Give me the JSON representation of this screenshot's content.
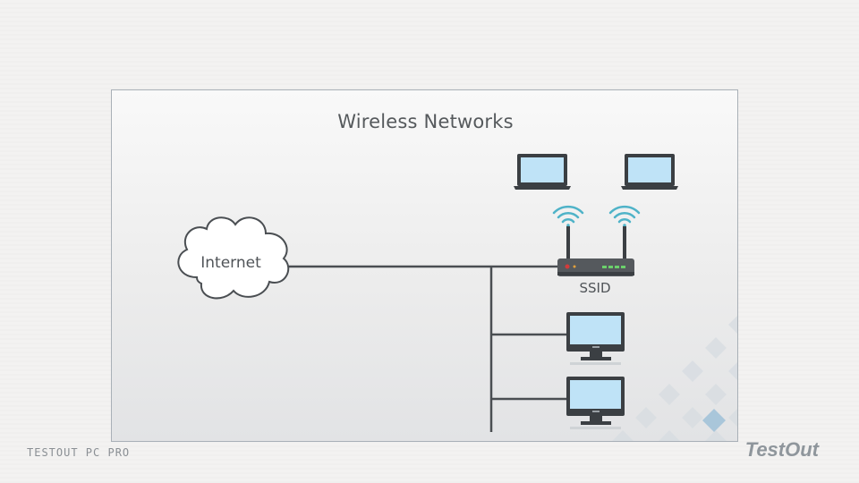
{
  "title": "Wireless Networks",
  "nodes": {
    "internet": {
      "label": "Internet",
      "icon": "cloud-icon"
    },
    "access_point": {
      "label": "SSID",
      "icon": "wireless-router-icon"
    },
    "laptops": [
      {
        "icon": "laptop-icon"
      },
      {
        "icon": "laptop-icon"
      }
    ],
    "desktops": [
      {
        "icon": "desktop-computer-icon"
      },
      {
        "icon": "desktop-computer-icon"
      }
    ]
  },
  "footer": {
    "course": "TESTOUT PC PRO",
    "brand": "TestOut"
  },
  "colors": {
    "line": "#4a4e52",
    "wifi": "#4fb3c8",
    "screen": "#bfe3f7",
    "device": "#3b3f43"
  }
}
